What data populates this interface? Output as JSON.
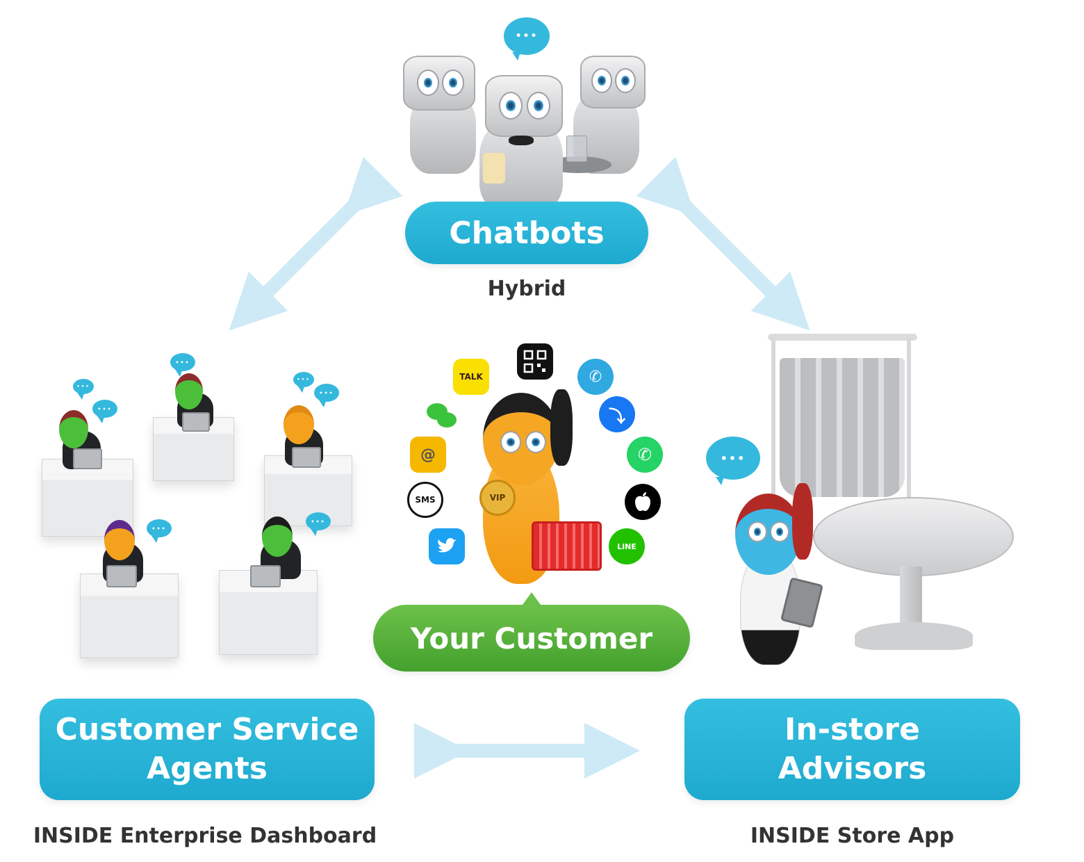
{
  "nodes": {
    "chatbots": {
      "label": "Chatbots",
      "caption": "Hybrid"
    },
    "customer": {
      "label": "Your Customer"
    },
    "agents": {
      "label_line1": "Customer Service",
      "label_line2": "Agents",
      "caption": "INSIDE Enterprise Dashboard"
    },
    "advisors": {
      "label_line1": "In-store",
      "label_line2": "Advisors",
      "caption": "INSIDE Store App"
    }
  },
  "speech_bubble_text": "•••",
  "badge": {
    "vip": "VIP"
  },
  "channels": [
    {
      "name": "kakaotalk",
      "text": "TALK",
      "color": "#f9e000"
    },
    {
      "name": "qr-code",
      "text": "",
      "color": "#111111"
    },
    {
      "name": "viber",
      "text": "",
      "color": "#2fa9e0"
    },
    {
      "name": "wechat",
      "text": "",
      "color": "#3cc33c"
    },
    {
      "name": "messenger",
      "text": "",
      "color": "#1877f2"
    },
    {
      "name": "email",
      "text": "@",
      "color": "#f5b700"
    },
    {
      "name": "whatsapp",
      "text": "",
      "color": "#25d366"
    },
    {
      "name": "sms",
      "text": "SMS",
      "color": "#ffffff"
    },
    {
      "name": "apple",
      "text": "",
      "color": "#000000"
    },
    {
      "name": "twitter",
      "text": "",
      "color": "#1da1f2"
    },
    {
      "name": "line",
      "text": "LINE",
      "color": "#21c100"
    }
  ],
  "colors": {
    "pill_blue": "#1ea9cf",
    "pill_green": "#4aa82f",
    "arrow": "#cdeaf6",
    "caption_text": "#333333"
  }
}
